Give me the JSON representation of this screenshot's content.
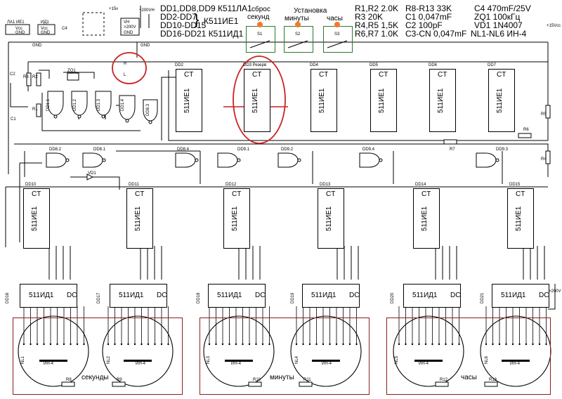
{
  "legend": {
    "line1": "DD1,DD8,DD9 К511ЛА1",
    "line2": "DD2-DD7",
    "line3": "DD10-DD15",
    "line4": "DD16-DD21 К511ИД1",
    "group": "К511ИЕ1",
    "bracket": "}"
  },
  "components": {
    "col1": [
      "R1,R2 2.0K",
      "R3 20K",
      "R4,R5 1,5K",
      "R6,R7 1.0K"
    ],
    "col2": [
      "R8-R13 33K",
      "C1 0,047mF",
      "C2 100pF",
      "C3-CN 0,047mF"
    ],
    "col3": [
      "C4 470mF/25V",
      "ZQ1 100кГц",
      "VD1 1N4007",
      "NL1-NL6 ИН-4"
    ]
  },
  "controls": {
    "reset_title_1": "сброс",
    "reset_title_2": "секунд",
    "setup_title": "Установка",
    "minutes": "минуты",
    "hours": "часы",
    "s1": "S1",
    "s2": "S2",
    "s3": "S3"
  },
  "power": {
    "v15": "+15v",
    "v200": "+200VH",
    "gnd": "GND",
    "vcc": "Vcc",
    "la1": "ЛА1 ИЕ1",
    "id1": "ИД1",
    "c4": "C4",
    "vh": "VH",
    "v200b": ">200V",
    "plus15vcc": "+15Vcc",
    "plus200v": ">200V"
  },
  "oscillator": {
    "zq1": "ZQ1",
    "r1": "R1",
    "r2": "R2",
    "r3": "R3",
    "c1": "C1",
    "c2": "C2",
    "dd11": "DD1.1",
    "dd12": "DD1.2",
    "dd13": "DD1.3",
    "dd14": "DD1.4",
    "dd83": "DD8.3",
    "r_label": "R",
    "l_label": "L"
  },
  "counters_top": {
    "ct": "CT",
    "chip": "511ИЕ1",
    "labels": [
      "DD2",
      "DD3 Резерв",
      "DD4",
      "DD5",
      "DD6",
      "DD7"
    ]
  },
  "gates_mid": {
    "labels": [
      "DD8.2",
      "DD8.1",
      "DD8.4",
      "DD9.1",
      "DD9.2",
      "DD9.4",
      "DD9.3"
    ],
    "vd1": "VD1",
    "r4": "R4",
    "r5": "R5",
    "r6": "R6",
    "r7": "R7"
  },
  "counters_bottom": {
    "labels": [
      "DD10",
      "DD11",
      "DD12",
      "DD13",
      "DD14",
      "DD15"
    ]
  },
  "decoders": {
    "dc": "DC",
    "chip": "511ИД1",
    "labels": [
      "DD16",
      "DD17",
      "DD18",
      "DD19",
      "DD20",
      "DD21"
    ]
  },
  "tubes": {
    "type": "ИН-4",
    "labels": [
      "NL1",
      "NL2",
      "NL3",
      "NL4",
      "NL5",
      "NL6"
    ],
    "resistors": [
      "R8",
      "R9",
      "R10",
      "R11",
      "R12",
      "R13"
    ],
    "seconds": "секунды",
    "minutes": "минуты",
    "hours": "часы"
  },
  "colors": {
    "line": "#000000",
    "box": "#8a1d1d",
    "highlight": "#cc2222",
    "button": "#f07a2a",
    "switch_frame": "#2c7a2c"
  }
}
